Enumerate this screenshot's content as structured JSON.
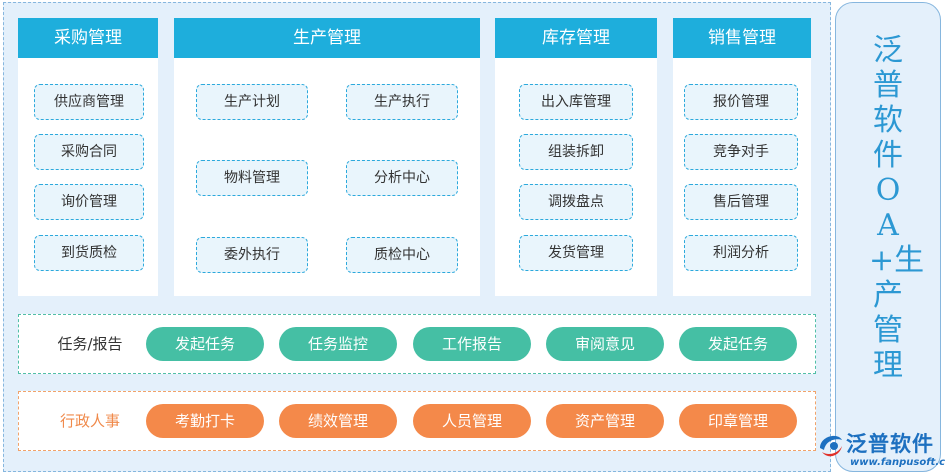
{
  "side_title": "泛普软件OA+生产管理",
  "modules": [
    {
      "title": "采购管理",
      "items": [
        "供应商管理",
        "采购合同",
        "询价管理",
        "到货质检"
      ]
    },
    {
      "title": "生产管理",
      "items": [
        "生产计划",
        "生产执行",
        "物料管理",
        "分析中心",
        "委外执行",
        "质检中心"
      ]
    },
    {
      "title": "库存管理",
      "items": [
        "出入库管理",
        "组装拆卸",
        "调拨盘点",
        "发货管理"
      ]
    },
    {
      "title": "销售管理",
      "items": [
        "报价管理",
        "竞争对手",
        "售后管理",
        "利润分析"
      ]
    }
  ],
  "task_band": {
    "label": "任务/报告",
    "items": [
      "发起任务",
      "任务监控",
      "工作报告",
      "审阅意见",
      "发起任务"
    ]
  },
  "admin_band": {
    "label": "行政人事",
    "items": [
      "考勤打卡",
      "绩效管理",
      "人员管理",
      "资产管理",
      "印章管理"
    ]
  },
  "logo": {
    "name": "泛普软件",
    "url": "www.fanpusoft.com"
  },
  "colors": {
    "header_blue": "#1eaedc",
    "chip_border": "#2ca9dc",
    "task_green": "#45bfa4",
    "admin_orange": "#f4894a",
    "title_blue": "#2c98d3",
    "frame_bg": "#e4f0fb"
  }
}
